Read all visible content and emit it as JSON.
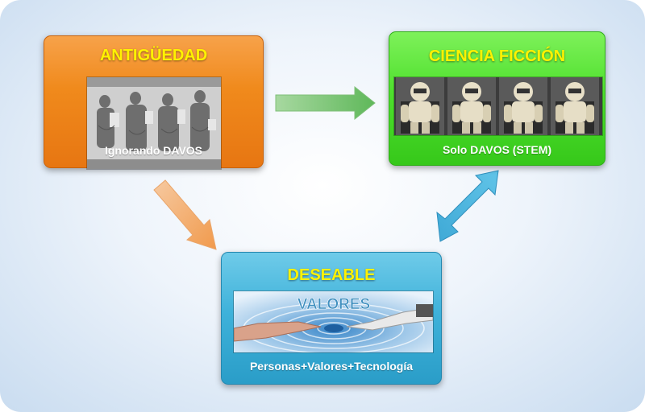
{
  "boxes": {
    "antiguedad": {
      "title": "ANTIGÜEDAD",
      "caption": "Ignorando DAVOS"
    },
    "ciencia": {
      "title": "CIENCIA FICCIÓN",
      "caption": "Solo DAVOS (STEM)"
    },
    "deseable": {
      "title": "DESEABLE",
      "image_text": "VALORES",
      "caption": "Personas+Valores+Tecnología"
    }
  },
  "colors": {
    "title_yellow": "#fff200",
    "orange": "#f08a1c",
    "green": "#4fe02e",
    "blue": "#3fb2da"
  }
}
